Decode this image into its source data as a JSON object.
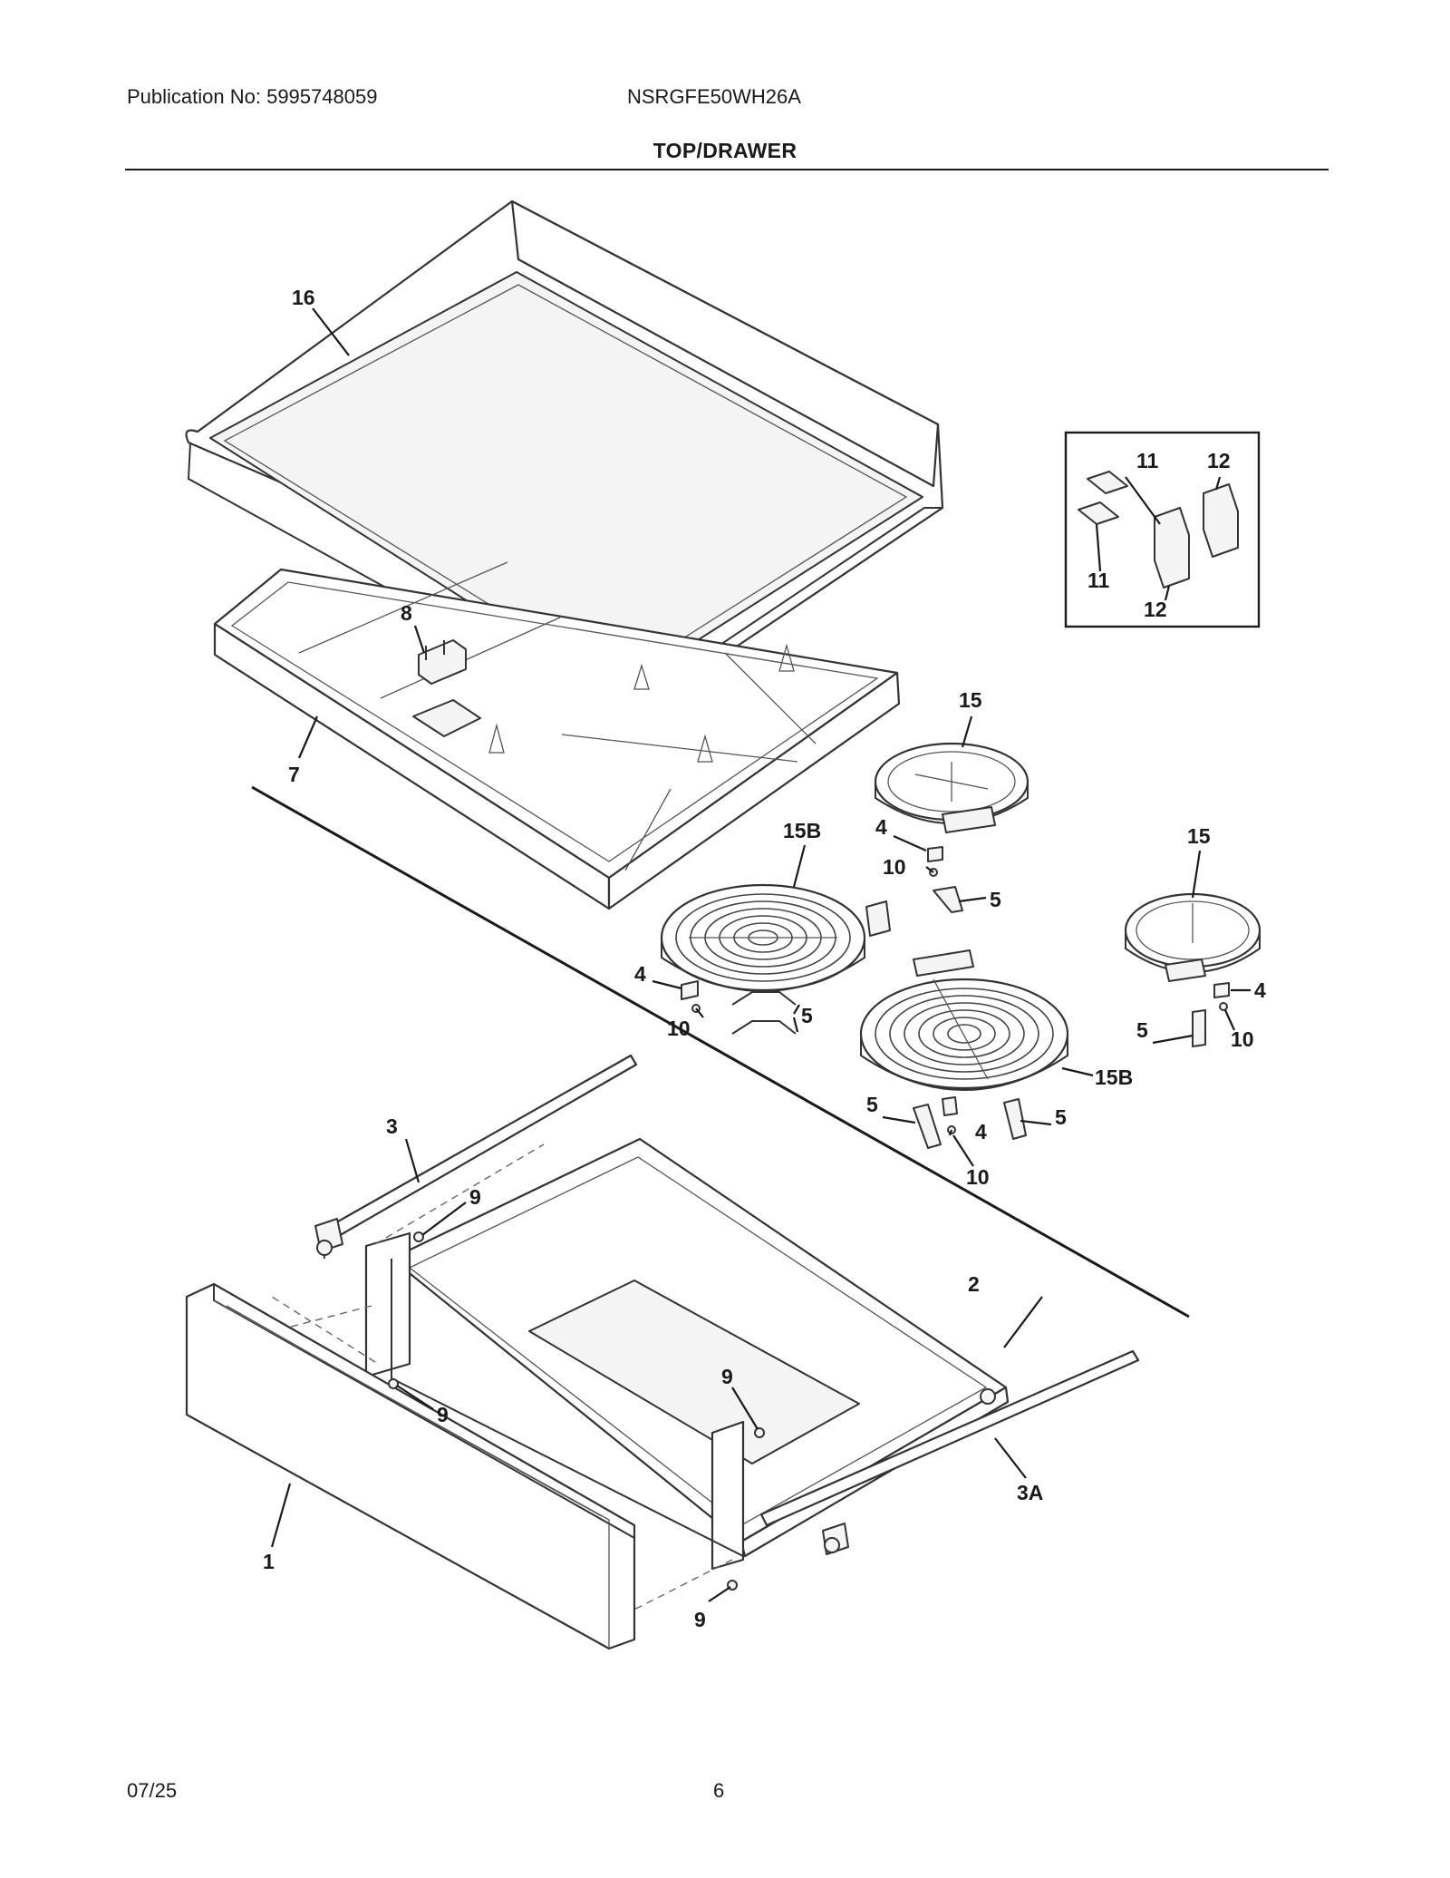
{
  "header": {
    "publication": "Publication No: 5995748059",
    "model": "NSRGFE50WH26A",
    "section_title": "TOP/DRAWER"
  },
  "footer": {
    "date": "07/25",
    "page_number": "6"
  },
  "callouts": {
    "c16": "16",
    "c8": "8",
    "c7": "7",
    "c15a": "15",
    "c15b": "15",
    "c15B_a": "15B",
    "c15B_b": "15B",
    "c11a": "11",
    "c11b": "11",
    "c12a": "12",
    "c12b": "12",
    "c4a": "4",
    "c4b": "4",
    "c4c": "4",
    "c4d": "4",
    "c10a": "10",
    "c10b": "10",
    "c10c": "10",
    "c10d": "10",
    "c5a": "5",
    "c5b": "5",
    "c5c": "5",
    "c5d": "5",
    "c5e": "5",
    "c3": "3",
    "c3A": "3A",
    "c2": "2",
    "c1": "1",
    "c9a": "9",
    "c9b": "9",
    "c9c": "9",
    "c9d": "9"
  }
}
